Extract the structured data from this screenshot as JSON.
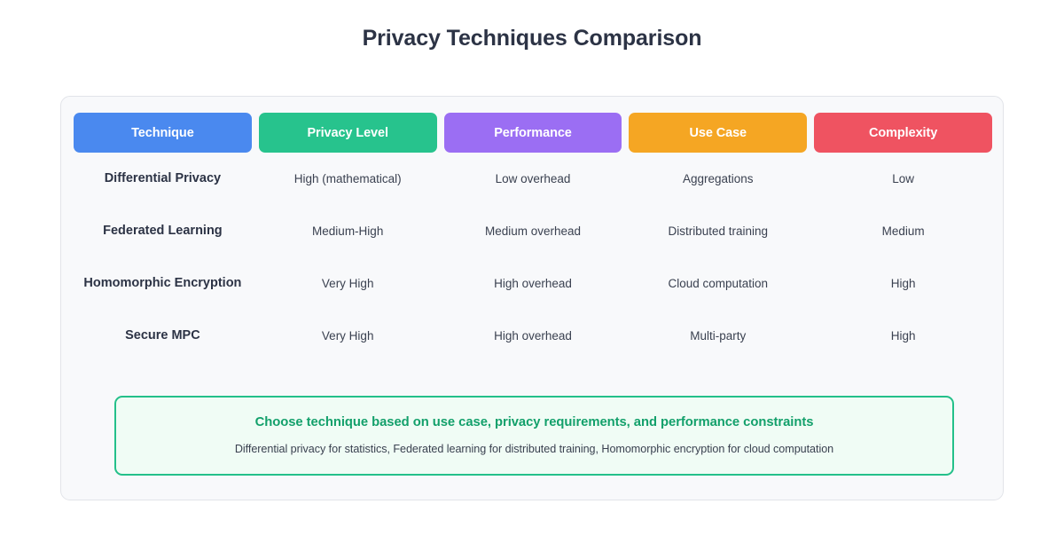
{
  "page": {
    "title": "Privacy Techniques Comparison",
    "background": "#ffffff",
    "title_color": "#2c3345",
    "card_background": "#f8f9fb",
    "card_border": "#e2e4e9"
  },
  "chart_data": {
    "type": "table",
    "title": "Privacy Techniques Comparison",
    "columns": [
      {
        "label": "Technique",
        "color": "#4a89ef"
      },
      {
        "label": "Privacy Level",
        "color": "#27c38d"
      },
      {
        "label": "Performance",
        "color": "#9b6ef3"
      },
      {
        "label": "Use Case",
        "color": "#f5a623"
      },
      {
        "label": "Complexity",
        "color": "#ef5361"
      }
    ],
    "rows": [
      {
        "technique": "Differential Privacy",
        "privacy_level": "High (mathematical)",
        "performance": "Low overhead",
        "use_case": "Aggregations",
        "complexity": "Low"
      },
      {
        "technique": "Federated Learning",
        "privacy_level": "Medium-High",
        "performance": "Medium overhead",
        "use_case": "Distributed training",
        "complexity": "Medium"
      },
      {
        "technique": "Homomorphic Encryption",
        "privacy_level": "Very High",
        "performance": "High overhead",
        "use_case": "Cloud computation",
        "complexity": "High"
      },
      {
        "technique": "Secure MPC",
        "privacy_level": "Very High",
        "performance": "High overhead",
        "use_case": "Multi-party",
        "complexity": "High"
      }
    ]
  },
  "callout": {
    "title": "Choose technique based on use case, privacy requirements, and performance constraints",
    "subtitle": "Differential privacy for statistics, Federated learning for distributed training, Homomorphic encryption for cloud computation",
    "border_color": "#24c08a",
    "background_color": "#f0fcf5",
    "title_color": "#13a06b"
  }
}
